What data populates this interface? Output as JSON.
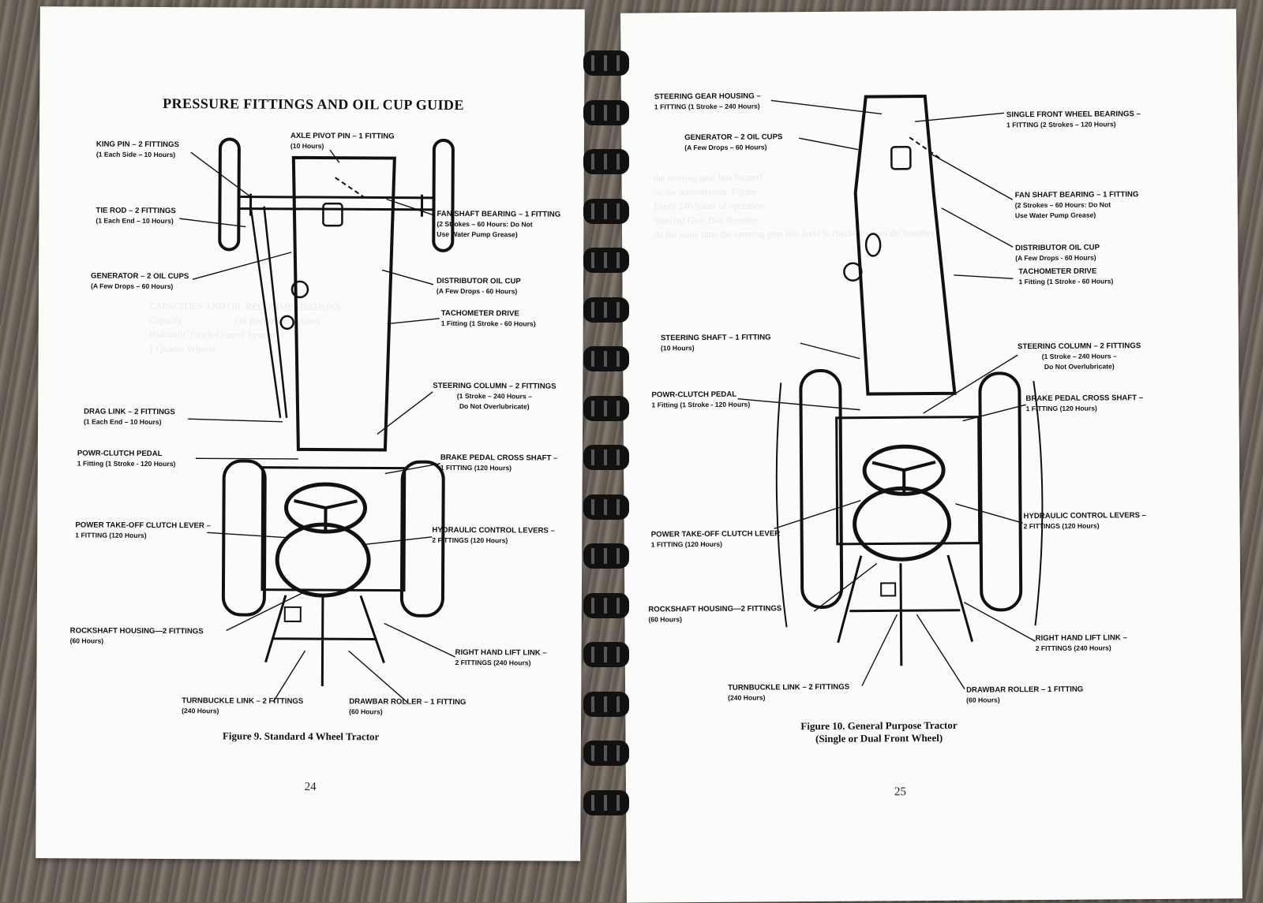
{
  "left": {
    "title": "PRESSURE FITTINGS AND OIL CUP GUIDE",
    "labels": [
      {
        "line1": "KING PIN – 2 FITTINGS",
        "line2": "(1 Each Side – 10 Hours)"
      },
      {
        "line1": "AXLE PIVOT PIN – 1 FITTING",
        "line2": "(10 Hours)"
      },
      {
        "line1": "TIE ROD – 2 FITTINGS",
        "line2": "(1 Each End – 10 Hours)"
      },
      {
        "line1": "FAN SHAFT BEARING – 1 FITTING",
        "line2": "(2 Strokes – 60 Hours: Do Not",
        "line3": "Use Water Pump Grease)"
      },
      {
        "line1": "GENERATOR – 2 OIL CUPS",
        "line2": "(A Few Drops – 60 Hours)"
      },
      {
        "line1": "DISTRIBUTOR OIL CUP",
        "line2": "(A Few Drops - 60 Hours)"
      },
      {
        "line1": "TACHOMETER DRIVE",
        "line2": "1 Fitting (1 Stroke - 60 Hours)"
      },
      {
        "line1": "STEERING COLUMN – 2 FITTINGS",
        "line2": "(1 Stroke – 240 Hours –",
        "line3": "Do Not Overlubricate)"
      },
      {
        "line1": "DRAG LINK – 2 FITTINGS",
        "line2": "(1 Each End – 10 Hours)"
      },
      {
        "line1": "POWR-CLUTCH PEDAL",
        "line2": "1 Fitting (1 Stroke - 120 Hours)"
      },
      {
        "line1": "BRAKE PEDAL CROSS SHAFT –",
        "line2": "1 FITTING (120 Hours)"
      },
      {
        "line1": "POWER TAKE-OFF CLUTCH LEVER –",
        "line2": "1 FITTING (120 Hours)"
      },
      {
        "line1": "HYDRAULIC CONTROL LEVERS –",
        "line2": "2 FITTINGS (120 Hours)"
      },
      {
        "line1": "ROCKSHAFT HOUSING—2 FITTINGS",
        "line2": "(60 Hours)"
      },
      {
        "line1": "RIGHT HAND LIFT LINK –",
        "line2": "2 FITTINGS (240 Hours)"
      },
      {
        "line1": "TURNBUCKLE LINK – 2 FITTINGS",
        "line2": "(240 Hours)"
      },
      {
        "line1": "DRAWBAR ROLLER – 1 FITTING",
        "line2": "(60 Hours)"
      }
    ],
    "caption": "Figure 9.  Standard 4 Wheel Tractor",
    "page_number": "24"
  },
  "right": {
    "labels": [
      {
        "line1": "STEERING GEAR HOUSING –",
        "line2": "1 FITTING (1 Stroke – 240 Hours)"
      },
      {
        "line1": "GENERATOR – 2 OIL CUPS",
        "line2": "(A Few Drops – 60 Hours)"
      },
      {
        "line1": "SINGLE FRONT WHEEL BEARINGS –",
        "line2": "1 FITTING (2 Strokes – 120 Hours)"
      },
      {
        "line1": "FAN SHAFT BEARING – 1 FITTING",
        "line2": "(2 Strokes – 60 Hours: Do Not",
        "line3": "Use Water Pump Grease)"
      },
      {
        "line1": "DISTRIBUTOR OIL CUP",
        "line2": "(A Few Drops - 60 Hours)"
      },
      {
        "line1": "TACHOMETER DRIVE",
        "line2": "1 Fitting (1 Stroke - 60 Hours)"
      },
      {
        "line1": "STEERING SHAFT – 1 FITTING",
        "line2": "(10 Hours)"
      },
      {
        "line1": "STEERING COLUMN – 2 FITTINGS",
        "line2": "(1 Stroke – 240 Hours –",
        "line3": "Do Not Overlubricate)"
      },
      {
        "line1": "POWR-CLUTCH PEDAL",
        "line2": "1 Fitting (1 Stroke - 120 Hours)"
      },
      {
        "line1": "BRAKE PEDAL CROSS SHAFT –",
        "line2": "1 FITTING (120 Hours)"
      },
      {
        "line1": "POWER TAKE-OFF CLUTCH LEVER",
        "line2": "1 FITTING (120 Hours)"
      },
      {
        "line1": "HYDRAULIC CONTROL LEVERS –",
        "line2": "2 FITTINGS (120 Hours)"
      },
      {
        "line1": "ROCKSHAFT HOUSING—2 FITTINGS",
        "line2": "(60 Hours)"
      },
      {
        "line1": "RIGHT HAND LIFT LINK –",
        "line2": "2 FITTINGS (240 Hours)"
      },
      {
        "line1": "TURNBUCKLE LINK – 2 FITTINGS",
        "line2": "(240 Hours)"
      },
      {
        "line1": "DRAWBAR ROLLER – 1 FITTING",
        "line2": "(60 Hours)"
      }
    ],
    "caption_line1": "Figure 10.  General Purpose Tractor",
    "caption_line2": "(Single or Dual Front Wheel)",
    "page_number": "25"
  },
  "binding": {
    "coil_count": 16,
    "color": "#111111"
  }
}
